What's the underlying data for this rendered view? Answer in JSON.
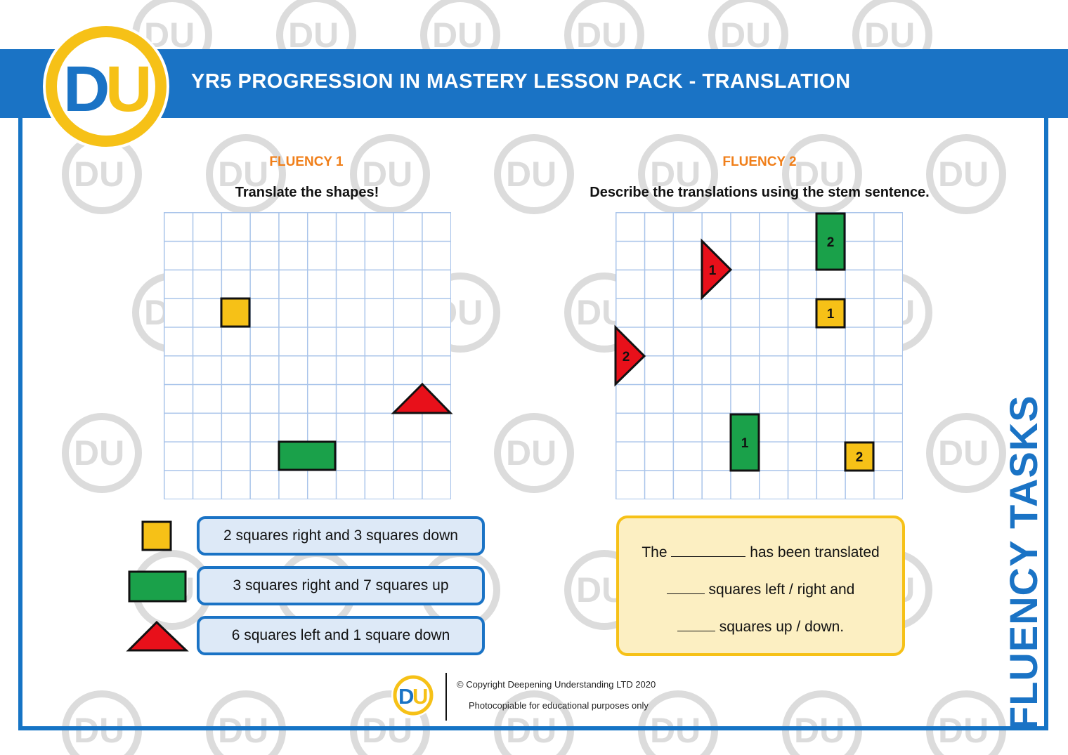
{
  "header": {
    "title": "YR5 PROGRESSION IN MASTERY LESSON PACK - TRANSLATION"
  },
  "logo": {
    "text_d": "D",
    "text_u": "U"
  },
  "fluency1": {
    "title": "FLUENCY 1",
    "instruction": "Translate the shapes!",
    "rows": [
      {
        "icon": "yellow-square-icon",
        "text": "2 squares right and 3 squares down"
      },
      {
        "icon": "green-rectangle-icon",
        "text": "3 squares right and 7 squares up"
      },
      {
        "icon": "red-triangle-icon",
        "text": "6 squares left and 1 square down"
      }
    ]
  },
  "fluency2": {
    "title": "FLUENCY 2",
    "instruction": "Describe the translations using the stem sentence.",
    "labels": {
      "rect1": "1",
      "rect2": "2",
      "tri1": "1",
      "tri2": "2",
      "sq1": "1",
      "sq2": "2"
    },
    "stem": {
      "line1_pre": "The",
      "line1_post": "has been translated",
      "line2_post": "squares left / right and",
      "line3_post": "squares up / down."
    }
  },
  "side_label": "FLUENCY TASKS",
  "footer": {
    "copyright": "© Copyright Deepening Understanding LTD 2020",
    "note": "Photocopiable for educational purposes only"
  },
  "colors": {
    "blue": "#1a73c5",
    "yellow": "#f6c117",
    "green": "#1aa14a",
    "red": "#e8101a",
    "orange": "#f07f1a"
  }
}
